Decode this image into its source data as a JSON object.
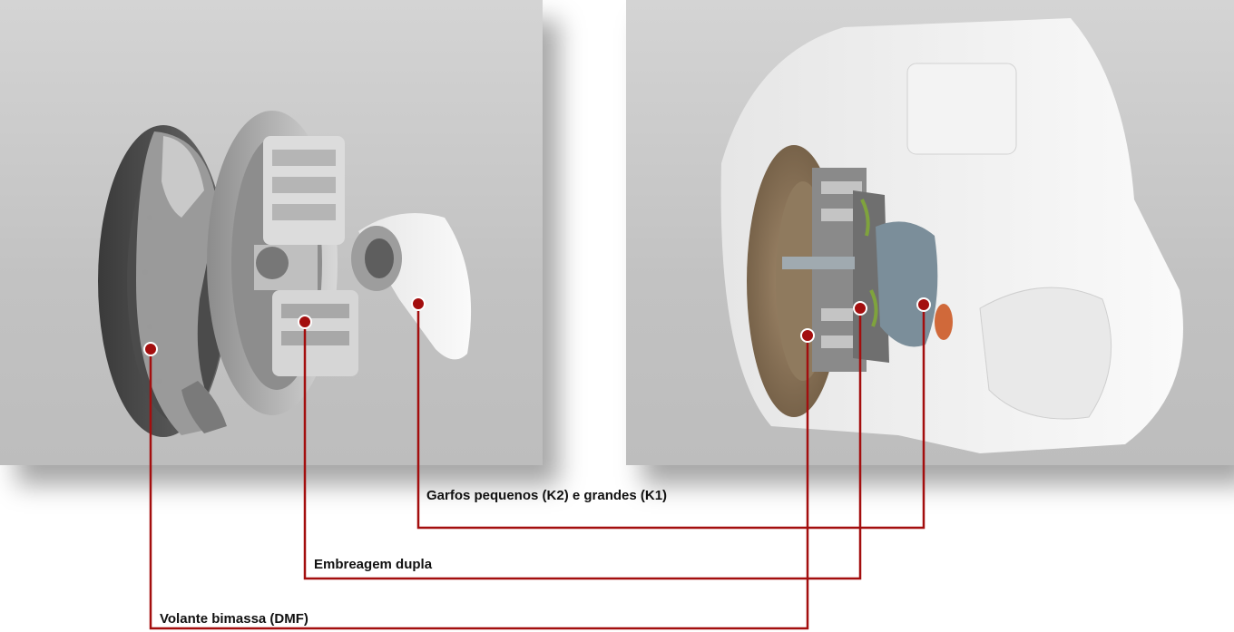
{
  "callouts": {
    "forks": "Garfos pequenos (K2) e grandes (K1)",
    "clutch": "Embreagem dupla",
    "flywheel": "Volante bimassa (DMF)"
  },
  "colors": {
    "leader_line": "#a30e0e",
    "marker": "#a30e0e"
  }
}
